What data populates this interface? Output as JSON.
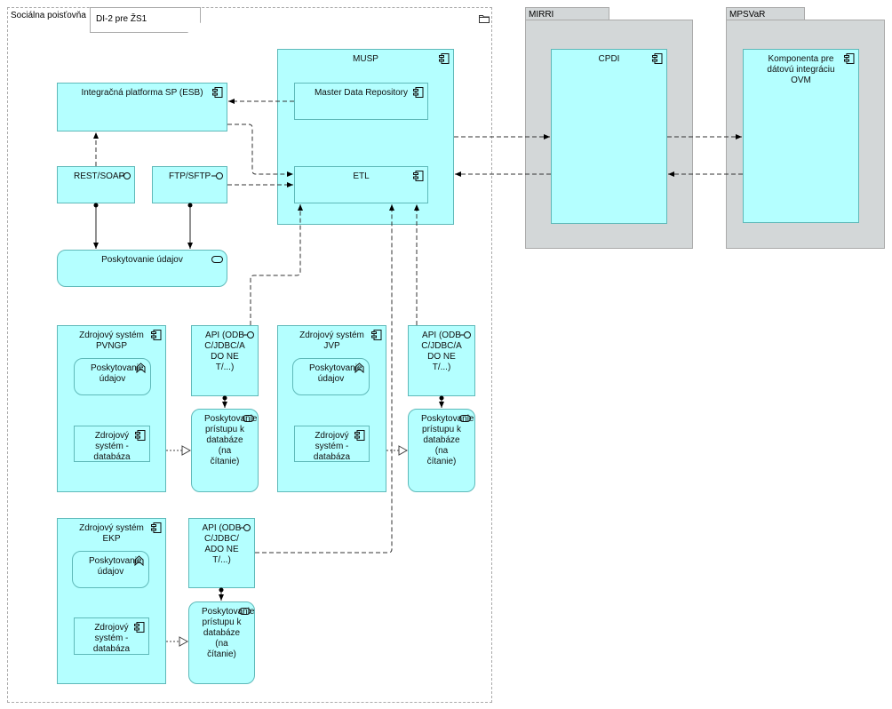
{
  "colors": {
    "element_fill": "#b4ffff",
    "element_border": "#5fb9b9",
    "group_fill": "#d3d7d8"
  },
  "group": {
    "title": "Sociálna poisťovňa",
    "icon": "folder-icon"
  },
  "note": {
    "text": "DI-2 pre ŽS1"
  },
  "musp": {
    "title": "MUSP",
    "mdr": "Master Data Repository",
    "etl": "ETL"
  },
  "esb": "Integračná platforma SP (ESB)",
  "rest": "REST/SOAP",
  "ftp": "FTP/SFTP",
  "poskytovanie": "Poskytovanie údajov",
  "pvngp": {
    "title": "Zdrojový systém PVNGP",
    "function": "Poskytovanie údajov",
    "db": "Zdrojový systém - databáza"
  },
  "jvp": {
    "title": "Zdrojový systém JVP",
    "function": "Poskytovanie údajov",
    "db": "Zdrojový systém - databáza"
  },
  "ekp": {
    "title": "Zdrojový systém EKP",
    "function": "Poskytovanie údajov",
    "db": "Zdrojový systém - databáza"
  },
  "api": "API (ODBC/JDBC/ADO NET/...)",
  "service": "Poskytovanie prístupu k databáze (na čítanie)",
  "mirri": {
    "title": "MIRRI",
    "cpdi": "CPDI"
  },
  "mpsvar": {
    "title": "MPSVaR",
    "komponenta": "Komponenta pre dátovú integráciu OVM"
  }
}
